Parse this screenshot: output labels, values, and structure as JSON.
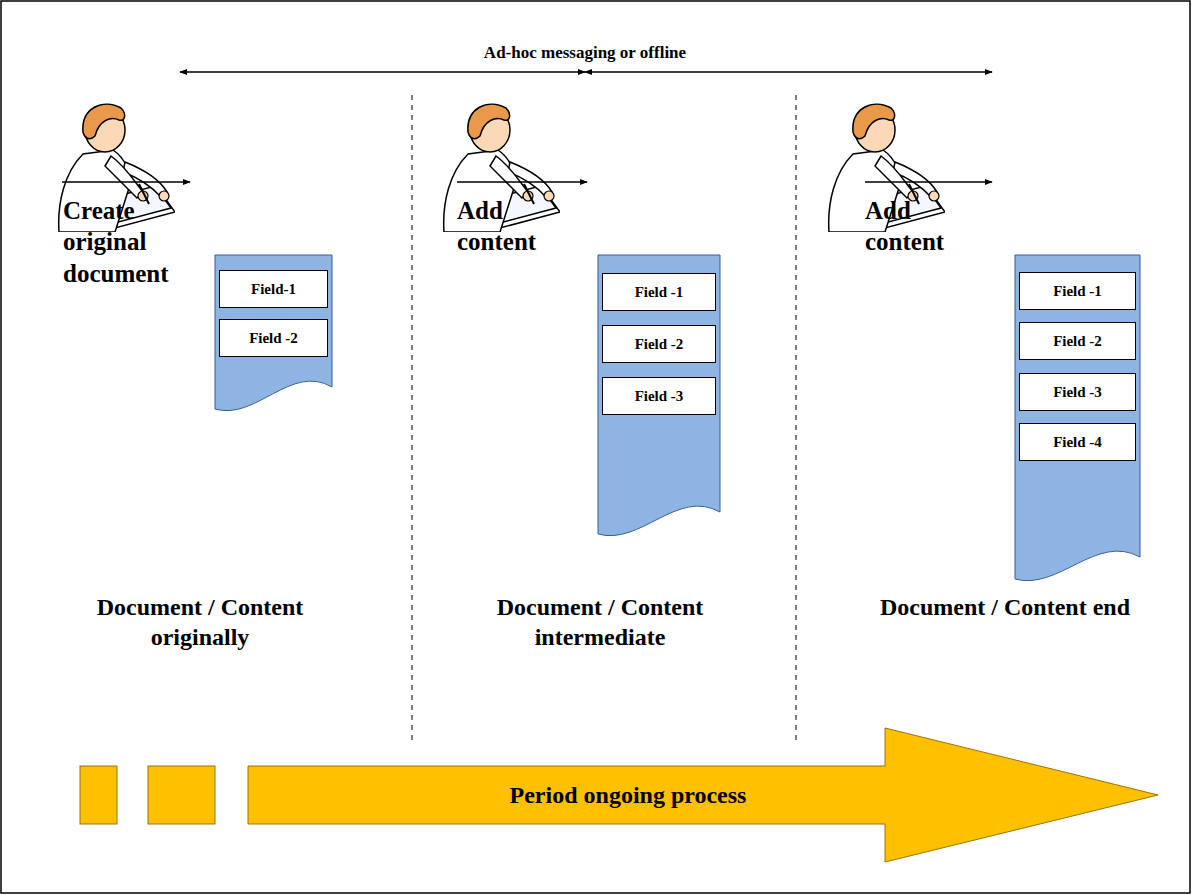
{
  "diagram": {
    "nodes": [
      {
        "text": []
      },
      {
        "text": [
          "Field-1"
        ],
        "in": 0
      },
      {
        "text": [
          "Field -2"
        ],
        "in": 0
      },
      {
        "text": []
      },
      {
        "text": [
          "Field -1"
        ],
        "in": 3
      },
      {
        "text": [
          "Field -2"
        ],
        "in": 3
      },
      {
        "text": [
          "Field -3"
        ],
        "in": 3
      },
      {
        "text": []
      },
      {
        "text": [
          "Field -1"
        ],
        "in": 7
      },
      {
        "text": [
          "Field -2"
        ],
        "in": 7
      },
      {
        "text": [
          "Field -3"
        ],
        "in": 7
      },
      {
        "text": [
          "Field -4"
        ],
        "in": 7
      },
      {
        "text": [
          "Period ongoing process"
        ]
      }
    ],
    "labels": [
      "Ad-hoc messaging or offline",
      "Create original document",
      "Add content",
      "Add content",
      "Document / Content originally",
      "Document / Content intermediate",
      "Document / Content end"
    ]
  }
}
